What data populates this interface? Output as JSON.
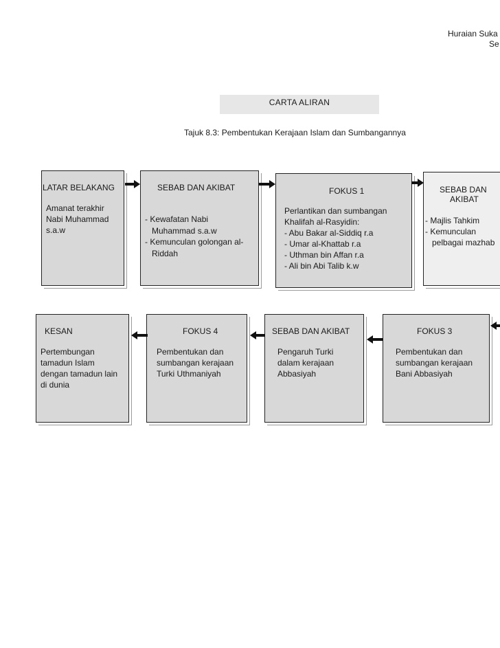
{
  "header": {
    "line1": "Huraian Suka",
    "line2": "Se"
  },
  "title": "CARTA ALIRAN",
  "subtitle": "Tajuk 8.3: Pembentukan Kerajaan Islam dan Sumbangannya",
  "boxes": {
    "latar": {
      "heading": "LATAR BELAKANG",
      "body": "Amanat terakhir\nNabi Muhammad\ns.a.w"
    },
    "sebab1": {
      "heading": "SEBAB DAN AKIBAT",
      "body": "- Kewafatan Nabi\n   Muhammad s.a.w\n- Kemunculan golongan al-\n   Riddah"
    },
    "fokus1": {
      "heading": "FOKUS 1",
      "body": "Perlantikan dan sumbangan\nKhalifah al-Rasyidin:\n- Abu Bakar al-Siddiq r.a\n- Umar al-Khattab r.a\n- Uthman bin Affan r.a\n- Ali bin Abi Talib k.w"
    },
    "sebab2": {
      "heading1": "SEBAB DAN",
      "heading2": "AKIBAT",
      "body": "- Majlis Tahkim\n- Kemunculan\n   pelbagai mazhab"
    },
    "kesan": {
      "heading": "KESAN",
      "body": "Pertembungan\ntamadun Islam\ndengan tamadun lain\ndi dunia"
    },
    "fokus4": {
      "heading": "FOKUS 4",
      "body": "Pembentukan dan\nsumbangan kerajaan\nTurki Uthmaniyah"
    },
    "sebab3": {
      "heading": "SEBAB DAN AKIBAT",
      "body": "Pengaruh Turki\ndalam kerajaan\nAbbasiyah"
    },
    "fokus3": {
      "heading": "FOKUS 3",
      "body": "Pembentukan dan\nsumbangan kerajaan\nBani Abbasiyah"
    }
  }
}
